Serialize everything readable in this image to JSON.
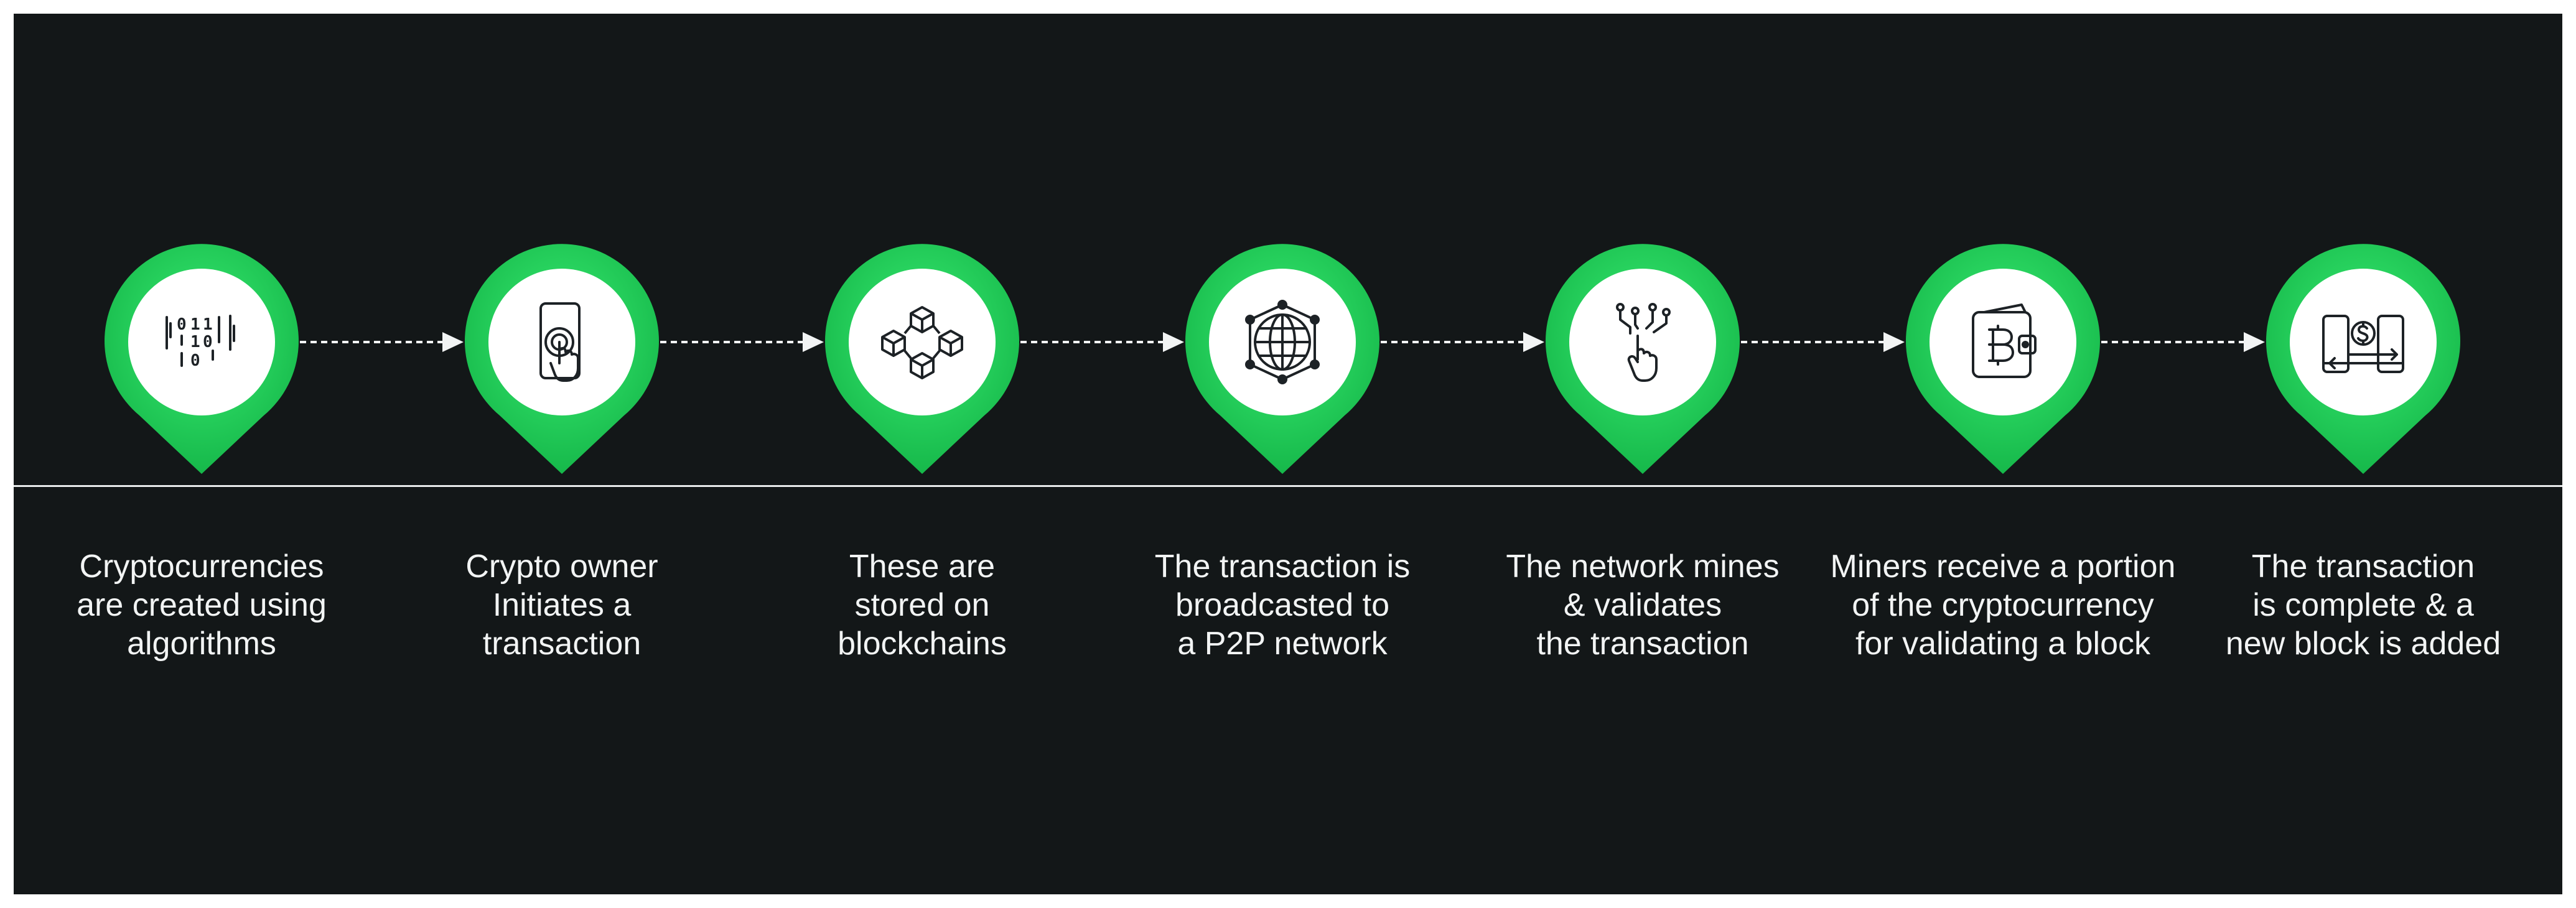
{
  "colors": {
    "background": "#131718",
    "pin_green_light": "#39ec72",
    "pin_green_dark": "#16b84a",
    "icon_stroke": "#1d2226",
    "text": "#f2f4f4",
    "connector": "#f2f4f4"
  },
  "steps": [
    {
      "icon": "binary-code-icon",
      "lines": [
        "Cryptocurrencies",
        "are created using",
        "algorithms"
      ]
    },
    {
      "icon": "phone-tap-icon",
      "lines": [
        "Crypto owner",
        "Initiates a",
        "transaction"
      ]
    },
    {
      "icon": "blockchain-cubes-icon",
      "lines": [
        "These are",
        "stored on",
        "blockchains"
      ]
    },
    {
      "icon": "globe-network-icon",
      "lines": [
        "The transaction is",
        "broadcasted to",
        "a P2P network"
      ]
    },
    {
      "icon": "hand-circuit-icon",
      "lines": [
        "The network mines",
        "& validates",
        "the transaction"
      ]
    },
    {
      "icon": "bitcoin-wallet-icon",
      "lines": [
        "Miners receive a portion",
        "of the cryptocurrency",
        "for validating a block"
      ]
    },
    {
      "icon": "dollar-transfer-icon",
      "lines": [
        "The transaction",
        "is complete & a",
        "new block is added"
      ]
    }
  ]
}
